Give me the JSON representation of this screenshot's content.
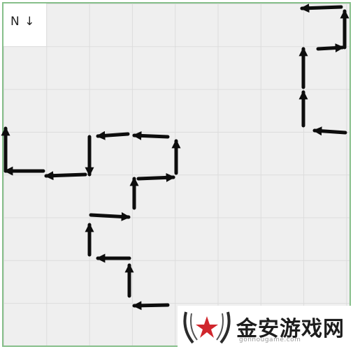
{
  "puzzle": {
    "compass_label": "N ↓",
    "arrow_color": "#0d0d0d",
    "board_border_color": "#86bf8a",
    "grid_line_color": "#dcdcdc",
    "cell_color": "#efefef",
    "arrow_directions": [
      "left",
      "down",
      "right",
      "up",
      "up",
      "left",
      "left",
      "left",
      "up",
      "down",
      "left",
      "left",
      "up",
      "right",
      "up",
      "right",
      "up",
      "left",
      "up",
      "left"
    ]
  },
  "watermark": {
    "text": "金安游戏网",
    "subtext": "gonnougame.com"
  }
}
